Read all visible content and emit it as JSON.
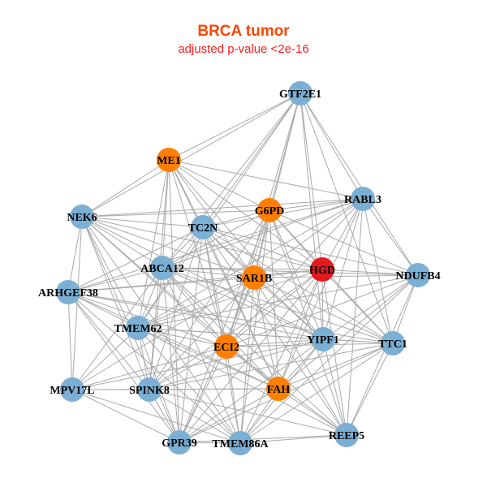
{
  "title": "BRCA tumor",
  "subtitle": "adjusted p-value <2e-16",
  "colors": {
    "blue": "#7BAFD4",
    "orange": "#FF7F00",
    "red": "#E41A1C",
    "edge": "#AAAAAA"
  },
  "nodes": [
    {
      "id": "GTF2E1",
      "color": "blue"
    },
    {
      "id": "ME1",
      "color": "orange"
    },
    {
      "id": "G6PD",
      "color": "orange"
    },
    {
      "id": "RABL3",
      "color": "blue"
    },
    {
      "id": "NEK6",
      "color": "blue"
    },
    {
      "id": "TC2N",
      "color": "blue"
    },
    {
      "id": "ABCA12",
      "color": "blue"
    },
    {
      "id": "SAR1B",
      "color": "orange"
    },
    {
      "id": "HGD",
      "color": "red"
    },
    {
      "id": "NDUFB4",
      "color": "blue"
    },
    {
      "id": "ARHGEF38",
      "color": "blue"
    },
    {
      "id": "TMEM62",
      "color": "blue"
    },
    {
      "id": "ECI2",
      "color": "orange"
    },
    {
      "id": "YIPF1",
      "color": "blue"
    },
    {
      "id": "TTC1",
      "color": "blue"
    },
    {
      "id": "MPV17L",
      "color": "blue"
    },
    {
      "id": "SPINK8",
      "color": "blue"
    },
    {
      "id": "FAH",
      "color": "orange"
    },
    {
      "id": "GPR39",
      "color": "blue"
    },
    {
      "id": "TMEM86A",
      "color": "blue"
    },
    {
      "id": "REEP5",
      "color": "blue"
    }
  ],
  "edges": [
    [
      "GTF2E1",
      "ME1"
    ],
    [
      "GTF2E1",
      "NEK6"
    ],
    [
      "GTF2E1",
      "TC2N"
    ],
    [
      "GTF2E1",
      "ABCA12"
    ],
    [
      "GTF2E1",
      "G6PD"
    ],
    [
      "GTF2E1",
      "SAR1B"
    ],
    [
      "GTF2E1",
      "HGD"
    ],
    [
      "GTF2E1",
      "RABL3"
    ],
    [
      "GTF2E1",
      "NDUFB4"
    ],
    [
      "GTF2E1",
      "TTC1"
    ],
    [
      "GTF2E1",
      "YIPF1"
    ],
    [
      "GTF2E1",
      "ECI2"
    ],
    [
      "GTF2E1",
      "TMEM62"
    ],
    [
      "ME1",
      "NEK6"
    ],
    [
      "ME1",
      "TC2N"
    ],
    [
      "ME1",
      "ABCA12"
    ],
    [
      "ME1",
      "G6PD"
    ],
    [
      "ME1",
      "SAR1B"
    ],
    [
      "ME1",
      "HGD"
    ],
    [
      "ME1",
      "RABL3"
    ],
    [
      "ME1",
      "TMEM62"
    ],
    [
      "ME1",
      "ECI2"
    ],
    [
      "ME1",
      "SPINK8"
    ],
    [
      "ME1",
      "FAH"
    ],
    [
      "ME1",
      "GPR39"
    ],
    [
      "ME1",
      "YIPF1"
    ],
    [
      "G6PD",
      "NEK6"
    ],
    [
      "G6PD",
      "TC2N"
    ],
    [
      "G6PD",
      "ABCA12"
    ],
    [
      "G6PD",
      "SAR1B"
    ],
    [
      "G6PD",
      "HGD"
    ],
    [
      "G6PD",
      "RABL3"
    ],
    [
      "G6PD",
      "NDUFB4"
    ],
    [
      "G6PD",
      "ECI2"
    ],
    [
      "G6PD",
      "YIPF1"
    ],
    [
      "G6PD",
      "FAH"
    ],
    [
      "G6PD",
      "TTC1"
    ],
    [
      "G6PD",
      "TMEM86A"
    ],
    [
      "G6PD",
      "GPR39"
    ],
    [
      "G6PD",
      "SPINK8"
    ],
    [
      "G6PD",
      "REEP5"
    ],
    [
      "RABL3",
      "NEK6"
    ],
    [
      "RABL3",
      "TC2N"
    ],
    [
      "RABL3",
      "ABCA12"
    ],
    [
      "RABL3",
      "SAR1B"
    ],
    [
      "RABL3",
      "HGD"
    ],
    [
      "RABL3",
      "NDUFB4"
    ],
    [
      "RABL3",
      "YIPF1"
    ],
    [
      "RABL3",
      "TTC1"
    ],
    [
      "RABL3",
      "ECI2"
    ],
    [
      "RABL3",
      "FAH"
    ],
    [
      "RABL3",
      "REEP5"
    ],
    [
      "RABL3",
      "TMEM62"
    ],
    [
      "RABL3",
      "ARHGEF38"
    ],
    [
      "NEK6",
      "TC2N"
    ],
    [
      "NEK6",
      "ABCA12"
    ],
    [
      "NEK6",
      "SAR1B"
    ],
    [
      "NEK6",
      "HGD"
    ],
    [
      "NEK6",
      "ARHGEF38"
    ],
    [
      "NEK6",
      "TMEM62"
    ],
    [
      "NEK6",
      "ECI2"
    ],
    [
      "NEK6",
      "MPV17L"
    ],
    [
      "NEK6",
      "SPINK8"
    ],
    [
      "NEK6",
      "FAH"
    ],
    [
      "NEK6",
      "GPR39"
    ],
    [
      "NEK6",
      "TMEM86A"
    ],
    [
      "NEK6",
      "YIPF1"
    ],
    [
      "TC2N",
      "ABCA12"
    ],
    [
      "TC2N",
      "SAR1B"
    ],
    [
      "TC2N",
      "HGD"
    ],
    [
      "TC2N",
      "NDUFB4"
    ],
    [
      "TC2N",
      "ARHGEF38"
    ],
    [
      "TC2N",
      "TMEM62"
    ],
    [
      "TC2N",
      "ECI2"
    ],
    [
      "TC2N",
      "YIPF1"
    ],
    [
      "TC2N",
      "FAH"
    ],
    [
      "TC2N",
      "SPINK8"
    ],
    [
      "TC2N",
      "GPR39"
    ],
    [
      "TC2N",
      "TMEM86A"
    ],
    [
      "TC2N",
      "TTC1"
    ],
    [
      "TC2N",
      "REEP5"
    ],
    [
      "ABCA12",
      "SAR1B"
    ],
    [
      "ABCA12",
      "HGD"
    ],
    [
      "ABCA12",
      "NDUFB4"
    ],
    [
      "ABCA12",
      "ARHGEF38"
    ],
    [
      "ABCA12",
      "TMEM62"
    ],
    [
      "ABCA12",
      "ECI2"
    ],
    [
      "ABCA12",
      "YIPF1"
    ],
    [
      "ABCA12",
      "TTC1"
    ],
    [
      "ABCA12",
      "MPV17L"
    ],
    [
      "ABCA12",
      "SPINK8"
    ],
    [
      "ABCA12",
      "FAH"
    ],
    [
      "ABCA12",
      "GPR39"
    ],
    [
      "ABCA12",
      "TMEM86A"
    ],
    [
      "ABCA12",
      "REEP5"
    ],
    [
      "SAR1B",
      "HGD"
    ],
    [
      "SAR1B",
      "NDUFB4"
    ],
    [
      "SAR1B",
      "ARHGEF38"
    ],
    [
      "SAR1B",
      "TMEM62"
    ],
    [
      "SAR1B",
      "ECI2"
    ],
    [
      "SAR1B",
      "YIPF1"
    ],
    [
      "SAR1B",
      "TTC1"
    ],
    [
      "SAR1B",
      "SPINK8"
    ],
    [
      "SAR1B",
      "FAH"
    ],
    [
      "SAR1B",
      "GPR39"
    ],
    [
      "SAR1B",
      "TMEM86A"
    ],
    [
      "SAR1B",
      "REEP5"
    ],
    [
      "SAR1B",
      "MPV17L"
    ],
    [
      "HGD",
      "NDUFB4"
    ],
    [
      "HGD",
      "ARHGEF38"
    ],
    [
      "HGD",
      "TMEM62"
    ],
    [
      "HGD",
      "ECI2"
    ],
    [
      "HGD",
      "YIPF1"
    ],
    [
      "HGD",
      "TTC1"
    ],
    [
      "HGD",
      "SPINK8"
    ],
    [
      "HGD",
      "FAH"
    ],
    [
      "HGD",
      "GPR39"
    ],
    [
      "HGD",
      "TMEM86A"
    ],
    [
      "HGD",
      "REEP5"
    ],
    [
      "NDUFB4",
      "YIPF1"
    ],
    [
      "NDUFB4",
      "TTC1"
    ],
    [
      "NDUFB4",
      "ECI2"
    ],
    [
      "NDUFB4",
      "FAH"
    ],
    [
      "NDUFB4",
      "REEP5"
    ],
    [
      "NDUFB4",
      "TMEM62"
    ],
    [
      "NDUFB4",
      "TMEM86A"
    ],
    [
      "ARHGEF38",
      "TMEM62"
    ],
    [
      "ARHGEF38",
      "ECI2"
    ],
    [
      "ARHGEF38",
      "MPV17L"
    ],
    [
      "ARHGEF38",
      "SPINK8"
    ],
    [
      "ARHGEF38",
      "FAH"
    ],
    [
      "ARHGEF38",
      "GPR39"
    ],
    [
      "ARHGEF38",
      "YIPF1"
    ],
    [
      "ARHGEF38",
      "TTC1"
    ],
    [
      "ARHGEF38",
      "TMEM86A"
    ],
    [
      "TMEM62",
      "ECI2"
    ],
    [
      "TMEM62",
      "YIPF1"
    ],
    [
      "TMEM62",
      "TTC1"
    ],
    [
      "TMEM62",
      "MPV17L"
    ],
    [
      "TMEM62",
      "SPINK8"
    ],
    [
      "TMEM62",
      "FAH"
    ],
    [
      "TMEM62",
      "GPR39"
    ],
    [
      "TMEM62",
      "TMEM86A"
    ],
    [
      "TMEM62",
      "REEP5"
    ],
    [
      "ECI2",
      "YIPF1"
    ],
    [
      "ECI2",
      "TTC1"
    ],
    [
      "ECI2",
      "MPV17L"
    ],
    [
      "ECI2",
      "SPINK8"
    ],
    [
      "ECI2",
      "FAH"
    ],
    [
      "ECI2",
      "GPR39"
    ],
    [
      "ECI2",
      "TMEM86A"
    ],
    [
      "ECI2",
      "REEP5"
    ],
    [
      "YIPF1",
      "TTC1"
    ],
    [
      "YIPF1",
      "SPINK8"
    ],
    [
      "YIPF1",
      "FAH"
    ],
    [
      "YIPF1",
      "GPR39"
    ],
    [
      "YIPF1",
      "TMEM86A"
    ],
    [
      "YIPF1",
      "REEP5"
    ],
    [
      "YIPF1",
      "MPV17L"
    ],
    [
      "TTC1",
      "FAH"
    ],
    [
      "TTC1",
      "REEP5"
    ],
    [
      "TTC1",
      "TMEM86A"
    ],
    [
      "TTC1",
      "SPINK8"
    ],
    [
      "TTC1",
      "GPR39"
    ],
    [
      "MPV17L",
      "SPINK8"
    ],
    [
      "MPV17L",
      "GPR39"
    ],
    [
      "MPV17L",
      "FAH"
    ],
    [
      "MPV17L",
      "TMEM86A"
    ],
    [
      "SPINK8",
      "FAH"
    ],
    [
      "SPINK8",
      "GPR39"
    ],
    [
      "SPINK8",
      "TMEM86A"
    ],
    [
      "SPINK8",
      "REEP5"
    ],
    [
      "FAH",
      "GPR39"
    ],
    [
      "FAH",
      "TMEM86A"
    ],
    [
      "FAH",
      "REEP5"
    ],
    [
      "GPR39",
      "TMEM86A"
    ],
    [
      "GPR39",
      "REEP5"
    ],
    [
      "TMEM86A",
      "REEP5"
    ]
  ]
}
